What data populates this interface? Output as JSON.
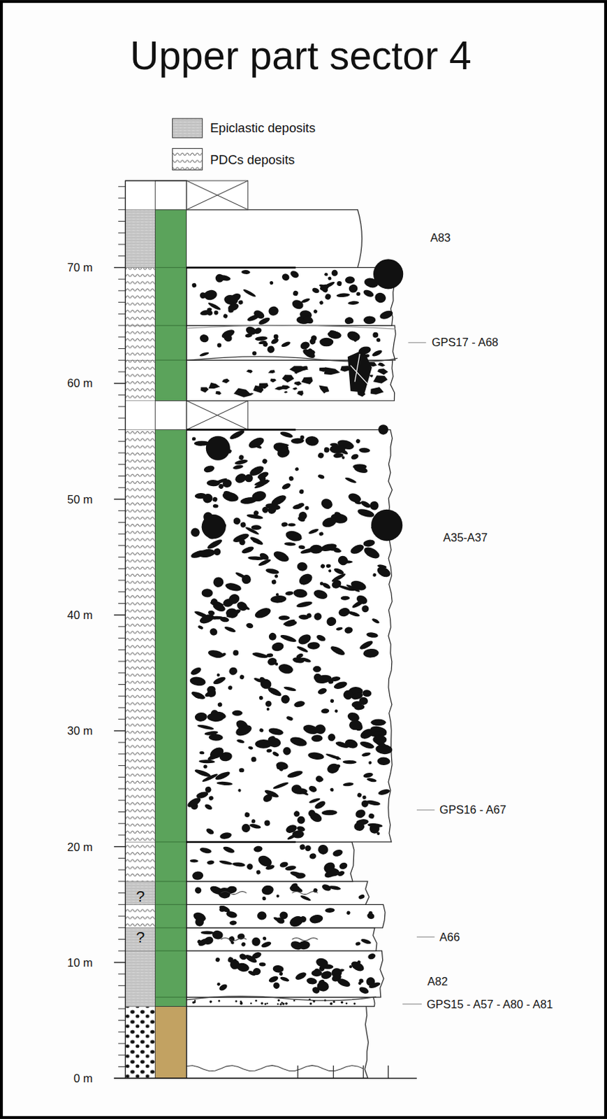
{
  "diagram": {
    "title": "Upper part sector 4",
    "labels": [
      "70 m",
      "60 m",
      "50 m",
      "40 m",
      "30 m",
      "20 m",
      "10 m",
      "0 m",
      "A83",
      "GPS17 - A68",
      "A35-A37",
      "GPS16 - A67",
      "A66",
      "A82",
      "GPS15 - A57 - A80 - A81",
      "?",
      "?"
    ],
    "legend": [
      {
        "text": "Epiclastic deposits"
      },
      {
        "text": "PDCs deposits"
      }
    ]
  }
}
